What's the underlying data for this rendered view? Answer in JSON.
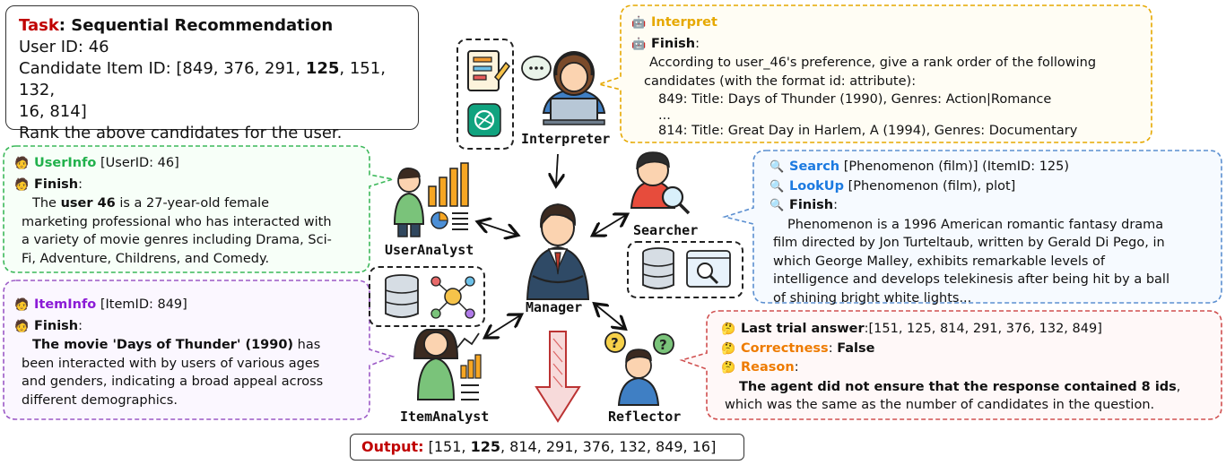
{
  "task": {
    "label": "Task",
    "title": ": Sequential Recommendation",
    "user_id": "User ID: 46",
    "candidate_prefix": "Candidate Item ID: [849, 376, 291, ",
    "candidate_bold": "125",
    "candidate_suffix": ", 151, 132,",
    "candidate_line2": "16, 814]",
    "instruction": "Rank the above candidates for the user."
  },
  "interpret": {
    "action": "Interpret",
    "finish": "Finish",
    "line1": "According to user_46's preference, give a rank order of the following",
    "line2": "candidates (with the format id: attribute):",
    "line3": "849: Title: Days of Thunder (1990), Genres: Action|Romance",
    "line4": "...",
    "line5": "814: Title: Great Day in Harlem, A (1994), Genres: Documentary"
  },
  "userinfo": {
    "action": "UserInfo",
    "arg": " [UserID: 46]",
    "finish": "Finish",
    "l1_pre": "The ",
    "l1_bold": "user 46",
    "l1_post": " is a 27-year-old female",
    "l2": "marketing professional who has interacted with",
    "l3": "a variety of movie genres including Drama, Sci-",
    "l4": "Fi, Adventure, Childrens, and Comedy."
  },
  "iteminfo": {
    "action": "ItemInfo",
    "arg": " [ItemID: 849]",
    "finish": "Finish",
    "l1_bold": "The movie 'Days of Thunder' (1990)",
    "l1_post": " has",
    "l2": "been interacted with by users of various ages",
    "l3": "and genders, indicating a broad appeal across",
    "l4": "different demographics."
  },
  "search": {
    "action": "Search",
    "arg": " [Phenomenon (film)] (ItemID: 125)",
    "lookup": "LookUp",
    "lookup_arg": " [Phenomenon (film), plot]",
    "finish": "Finish",
    "l1": "Phenomenon is a 1996 American romantic fantasy drama",
    "l2": "film directed by Jon Turteltaub, written by Gerald Di Pego, in",
    "l3": "which George Malley, exhibits remarkable levels of",
    "l4": "intelligence and develops telekinesis after being hit by a ball",
    "l5": "of shining bright white lights..."
  },
  "reflect": {
    "last": "Last trial answer",
    "last_val": ":[151, 125, 814, 291, 376, 132, 849]",
    "correct": "Correctness",
    "correct_val": "False",
    "reason": "Reason",
    "l1_bold": "The agent did not ensure that the response contained 8 ids",
    "l1_post": ",",
    "l2": "which was the same as the number of candidates in the question."
  },
  "agents": {
    "interpreter": "Interpreter",
    "useranalyst": "UserAnalyst",
    "searcher": "Searcher",
    "manager": "Manager",
    "itemanalyst": "ItemAnalyst",
    "reflector": "Reflector"
  },
  "output": {
    "label": "Output:",
    "pre": " [151, ",
    "bold": "125",
    "post": ", 814, 291, 376, 132, 849, 16]"
  },
  "colors": {
    "green": "#22b14c",
    "purple": "#8b1bd6",
    "blue": "#1c7ae0",
    "orange": "#ee7b00",
    "gold": "#e6a800",
    "red": "#c00000"
  }
}
